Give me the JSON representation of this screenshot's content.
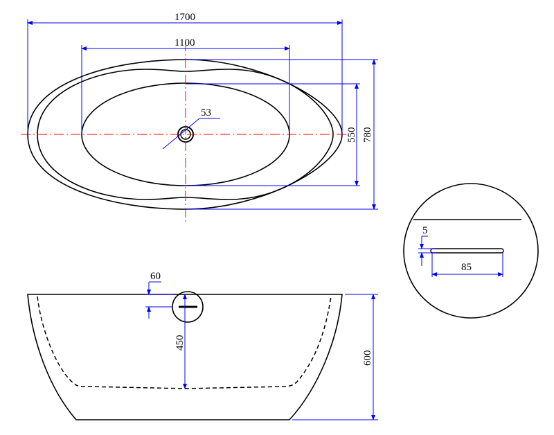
{
  "drawing": {
    "subject": "Freestanding bathtub technical drawing",
    "colors": {
      "outline": "#000000",
      "dimension": "#0000ff",
      "centerline": "#ff0000",
      "background": "#ffffff"
    },
    "top_view": {
      "overall_length": "1700",
      "inner_length": "1100",
      "inner_width": "550",
      "overall_width": "780",
      "drain_diameter": "53"
    },
    "side_view": {
      "overflow_height": "60",
      "drain_to_overflow_depth": "450",
      "overall_height": "600"
    },
    "detail_view": {
      "slot_height": "5",
      "slot_length": "85"
    }
  }
}
